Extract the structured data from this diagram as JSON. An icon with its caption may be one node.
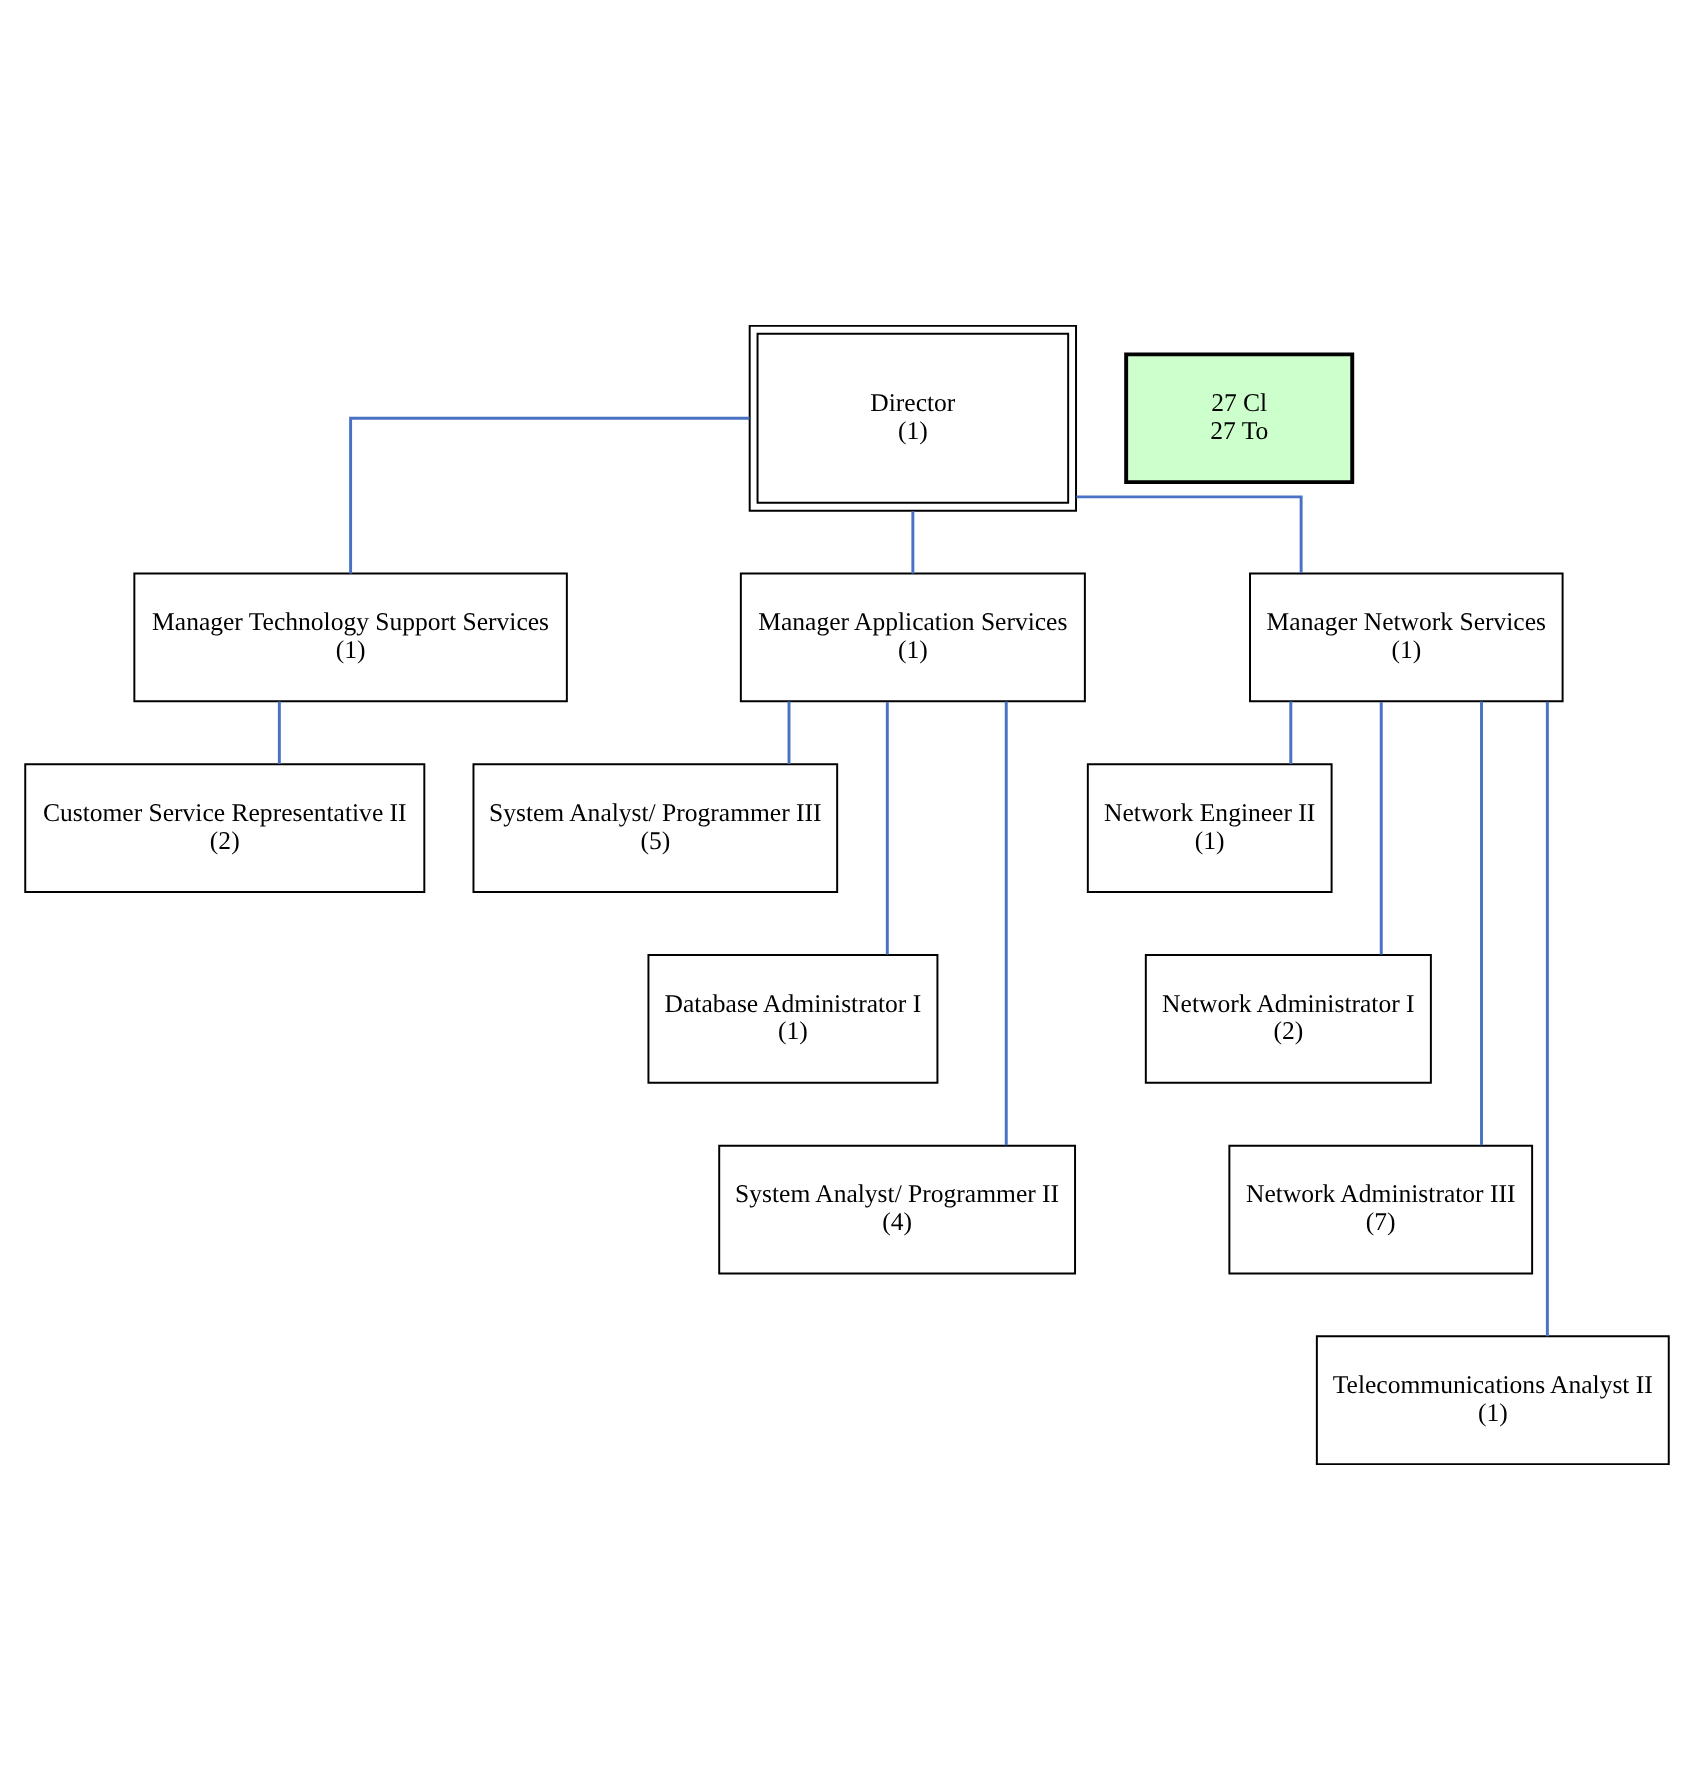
{
  "diagram": {
    "nodes": [
      {
        "text": [
          "Director",
          "(1)"
        ]
      },
      {
        "text": [
          "Manager Technology Support Services",
          "(1)"
        ]
      },
      {
        "text": [
          "Customer Service Representative II",
          "(2)"
        ]
      },
      {
        "text": [
          "Manager Application Services",
          "(1)"
        ]
      },
      {
        "text": [
          "System Analyst/ Programmer III",
          "(5)"
        ]
      },
      {
        "text": [
          "Database Administrator I",
          "(1)"
        ]
      },
      {
        "text": [
          "System Analyst/ Programmer II",
          "(4)"
        ]
      },
      {
        "text": [
          "Manager Network Services",
          "(1)"
        ]
      },
      {
        "text": [
          "Network Engineer II",
          "(1)"
        ]
      },
      {
        "text": [
          "Network Administrator I",
          "(2)"
        ]
      },
      {
        "text": [
          "Network Administrator III",
          "(7)"
        ]
      },
      {
        "text": [
          "Telecommunications Analyst II",
          "(1)"
        ]
      },
      {
        "text": [
          "27 Cl",
          "27 To"
        ]
      }
    ],
    "edges": [
      {
        "from": 0,
        "to": 1,
        "arrow": "none"
      },
      {
        "from": 0,
        "to": 3,
        "arrow": "none"
      },
      {
        "from": 0,
        "to": 7,
        "arrow": "none"
      },
      {
        "from": 1,
        "to": 2,
        "arrow": "none"
      },
      {
        "from": 3,
        "to": 4,
        "arrow": "none"
      },
      {
        "from": 3,
        "to": 5,
        "arrow": "none"
      },
      {
        "from": 3,
        "to": 6,
        "arrow": "none"
      },
      {
        "from": 7,
        "to": 8,
        "arrow": "none"
      },
      {
        "from": 7,
        "to": 9,
        "arrow": "none"
      },
      {
        "from": 7,
        "to": 10,
        "arrow": "none"
      },
      {
        "from": 7,
        "to": 11,
        "arrow": "none"
      }
    ]
  }
}
